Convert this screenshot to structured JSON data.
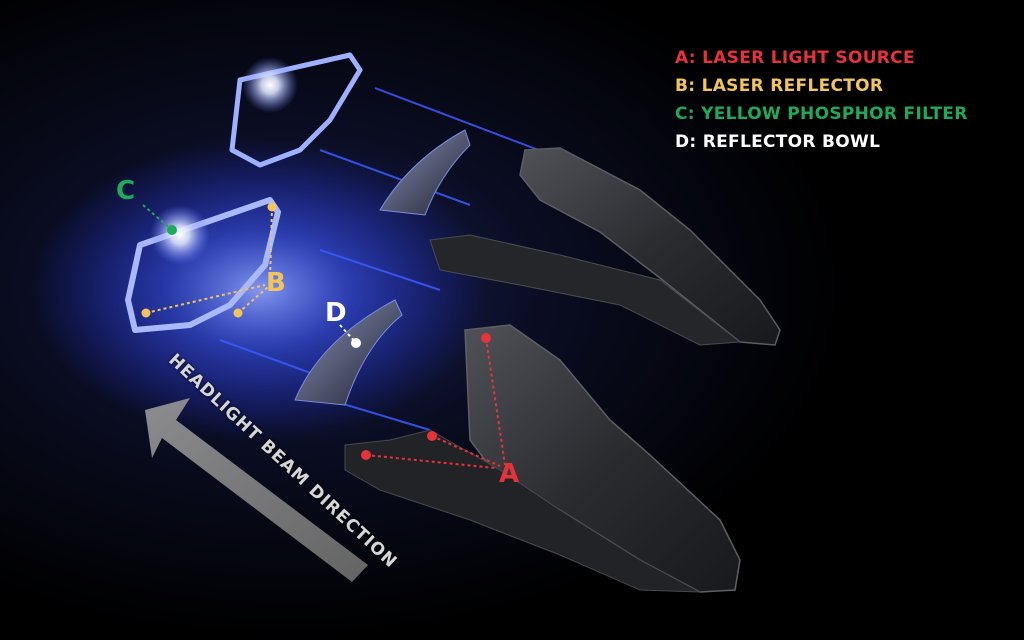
{
  "legend": {
    "a": "A: LASER LIGHT SOURCE",
    "b": "B: LASER REFLECTOR",
    "c": "C: YELLOW PHOSPHOR FILTER",
    "d": "D: REFLECTOR BOWL"
  },
  "labels": {
    "a": "A",
    "b": "B",
    "c": "C",
    "d": "D"
  },
  "arrow_text": "HEADLIGHT BEAM DIRECTION",
  "colors": {
    "a": "#e8323a",
    "b": "#f2c55c",
    "c": "#1eaa5a",
    "d": "#ffffff",
    "glow": "#4d6bff",
    "housing": "#2d2e32"
  }
}
